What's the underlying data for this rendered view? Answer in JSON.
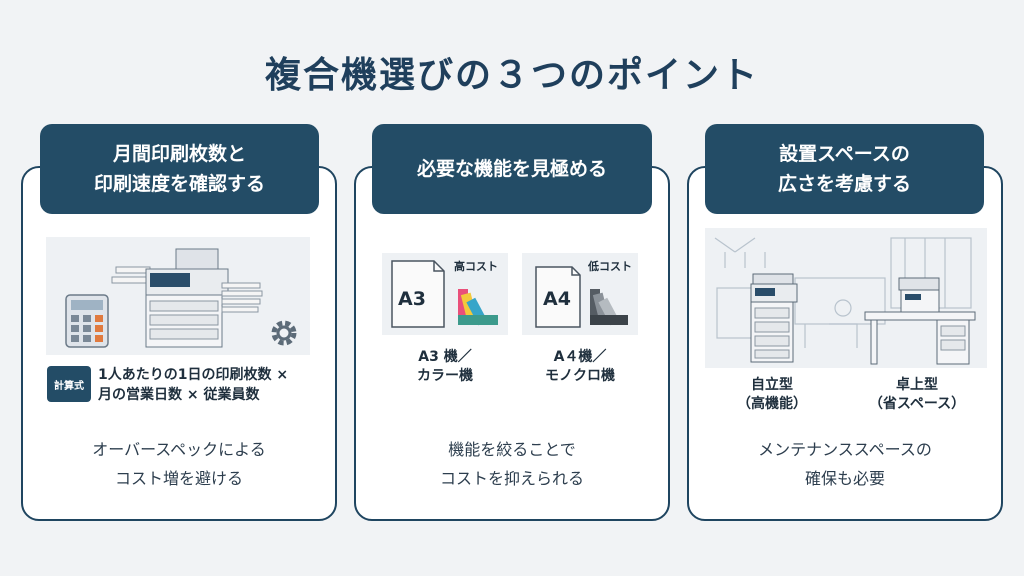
{
  "title": "複合機選びの３つのポイント",
  "cards": [
    {
      "header_lines": [
        "月間印刷枚数と",
        "印刷速度を確認する"
      ],
      "badge": "計算式",
      "formula_lines": [
        "1人あたりの1日の印刷枚数 ×",
        "月の営業日数 × 従業員数"
      ],
      "bottom_lines": [
        "オーバースペックによる",
        "コスト増を避ける"
      ]
    },
    {
      "header_lines": [
        "必要な機能を見極める"
      ],
      "options": [
        {
          "paper": "A3",
          "cost": "高コスト",
          "label_lines": [
            "A3 機／",
            "カラー機"
          ]
        },
        {
          "paper": "A4",
          "cost": "低コスト",
          "label_lines": [
            "A４機／",
            "モノクロ機"
          ]
        }
      ],
      "bottom_lines": [
        "機能を絞ることで",
        "コストを抑えられる"
      ]
    },
    {
      "header_lines": [
        "設置スペースの",
        "広さを考慮する"
      ],
      "types": [
        {
          "label_lines": [
            "自立型",
            "（高機能）"
          ]
        },
        {
          "label_lines": [
            "卓上型",
            "（省スペース）"
          ]
        }
      ],
      "bottom_lines": [
        "メンテナンススペースの",
        "確保も必要"
      ]
    }
  ]
}
